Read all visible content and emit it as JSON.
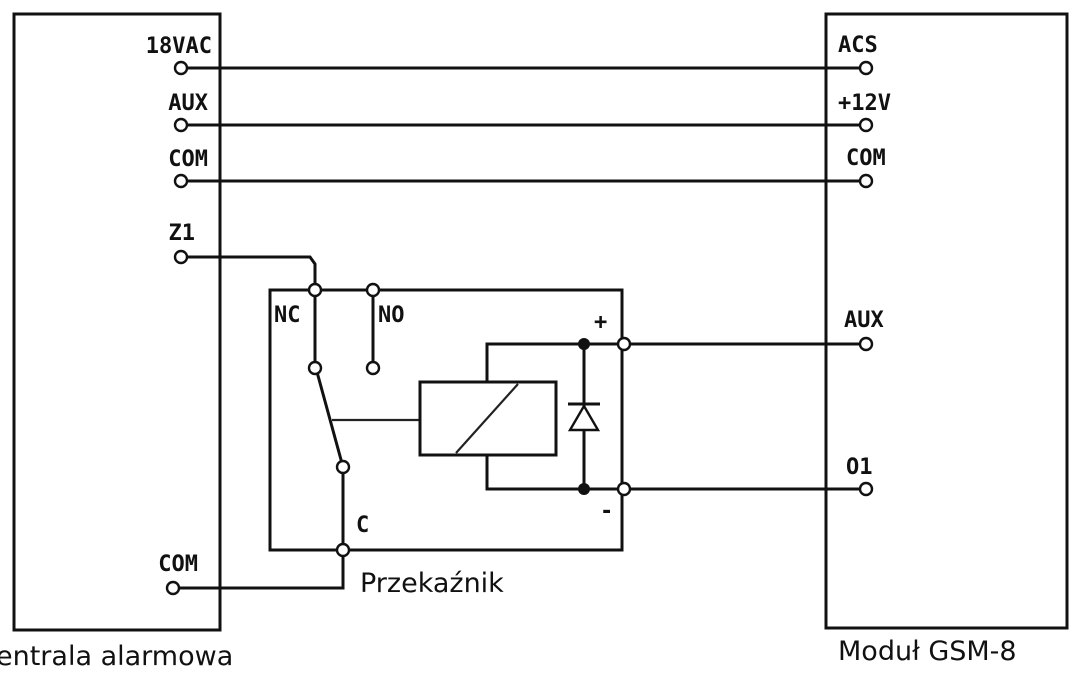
{
  "panel": {
    "title": "entrala alarmowa",
    "terminals": {
      "ac": "18VAC",
      "aux": "AUX",
      "com": "COM",
      "z1": "Z1",
      "com2": "COM"
    }
  },
  "module": {
    "title": "Moduł GSM-8",
    "terminals": {
      "acs": "ACS",
      "plus12v": "+12V",
      "com": "COM",
      "aux": "AUX",
      "o1": "O1"
    }
  },
  "relay": {
    "title": "Przekaźnik",
    "labels": {
      "nc": "NC",
      "no": "NO",
      "c": "C",
      "plus": "+",
      "minus": "-"
    }
  }
}
